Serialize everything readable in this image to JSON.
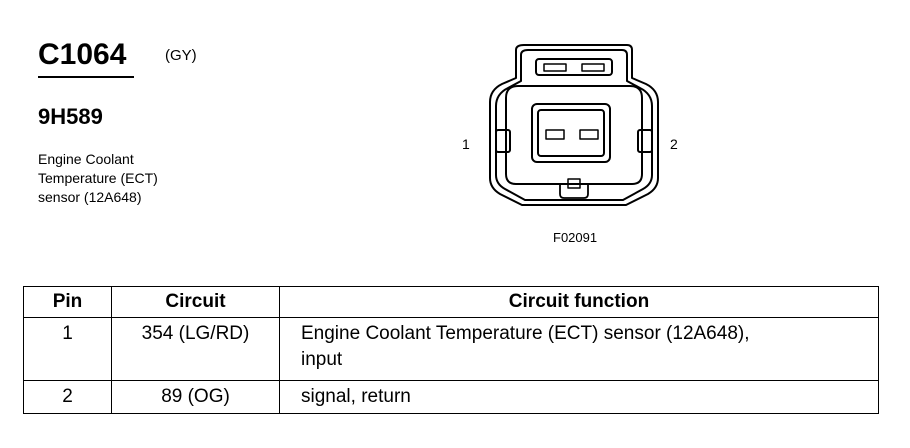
{
  "connector": {
    "id": "C1064",
    "color": "(GY)",
    "part_number": "9H589",
    "description_lines": [
      "Engine Coolant",
      "Temperature (ECT)",
      "sensor (12A648)"
    ]
  },
  "diagram": {
    "pin_labels": [
      "1",
      "2"
    ],
    "figure_number": "F02091"
  },
  "table": {
    "headers": [
      "Pin",
      "Circuit",
      "Circuit function"
    ],
    "rows": [
      {
        "pin": "1",
        "circuit": "354 (LG/RD)",
        "function_lines": [
          "Engine Coolant Temperature (ECT) sensor (12A648),",
          "input"
        ]
      },
      {
        "pin": "2",
        "circuit": "89 (OG)",
        "function_lines": [
          "signal, return"
        ]
      }
    ]
  }
}
